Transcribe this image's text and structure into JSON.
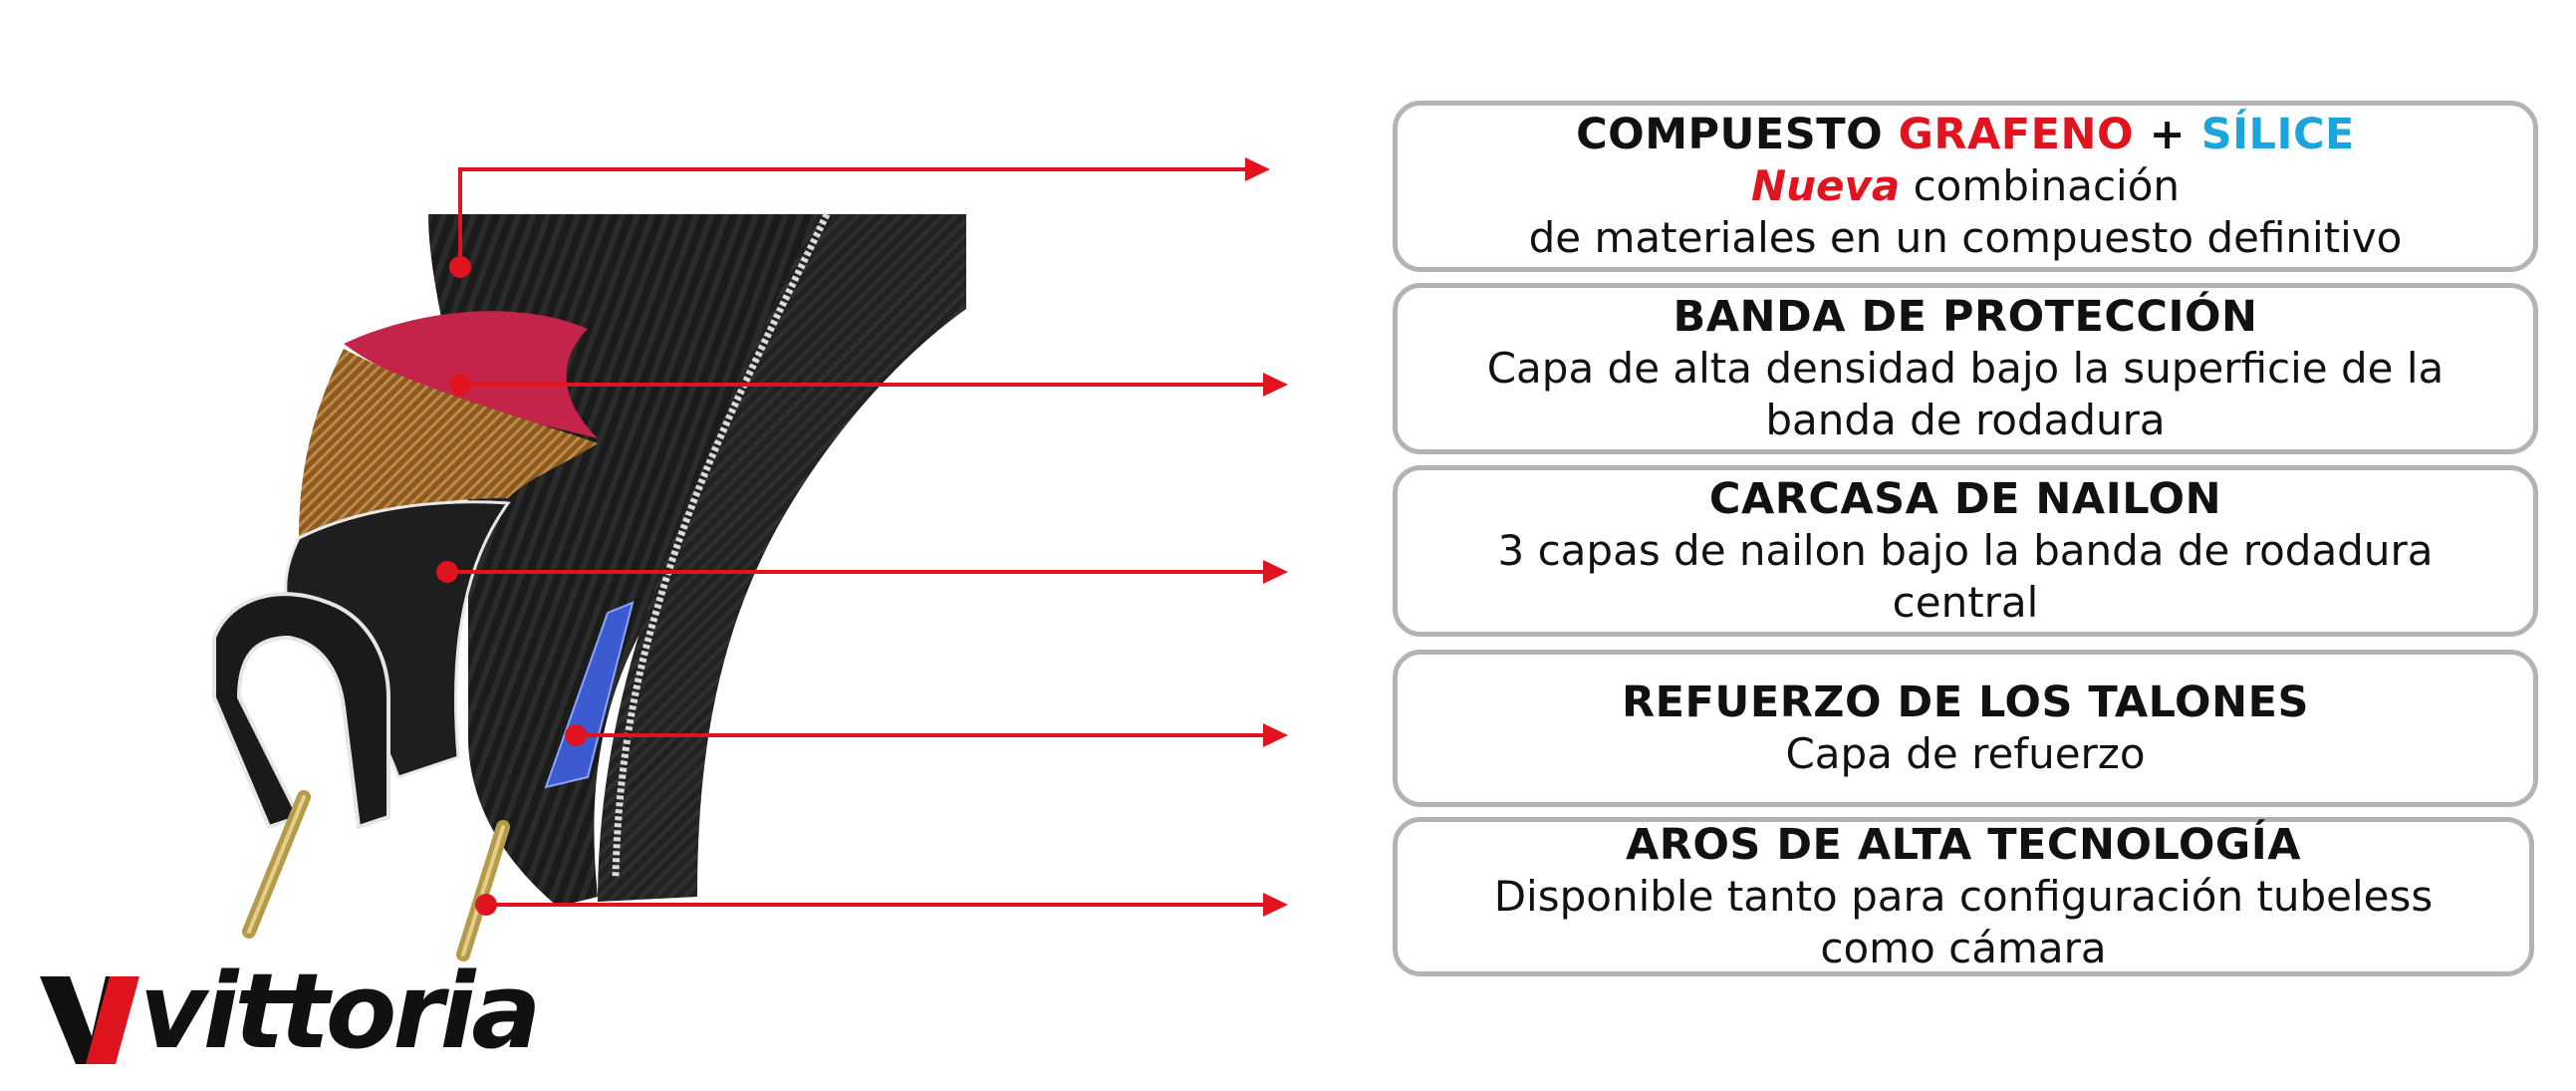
{
  "brand": {
    "logo_text": "vittoria",
    "colors": {
      "red": "#e0141e",
      "black": "#111111"
    }
  },
  "colors": {
    "arrow": "#e0141e",
    "card_border": "#b5b2b4",
    "highlight_red": "#e0141e",
    "highlight_blue": "#1aa6dc"
  },
  "cards": [
    {
      "title_prefix": "COMPUESTO ",
      "title_red": "GRAFENO",
      "title_plus": " + ",
      "title_blue": "SÍLICE",
      "line1_emph": "Nueva",
      "line1_rest": " combinación",
      "line2": "de materiales en un compuesto definitivo"
    },
    {
      "title": "BANDA DE PROTECCIÓN",
      "line1": "Capa de alta densidad bajo la superficie de la",
      "line2": "banda de rodadura"
    },
    {
      "title": "CARCASA DE NAILON",
      "line1": "3 capas de nailon bajo la banda de rodadura",
      "line2": "central"
    },
    {
      "title": "REFUERZO DE LOS TALONES",
      "line1": "Capa de refuerzo"
    },
    {
      "title": "AROS DE ALTA TECNOLOGÍA",
      "line1": "Disponible tanto para configuración tubeless",
      "line2": "como cámara"
    }
  ]
}
